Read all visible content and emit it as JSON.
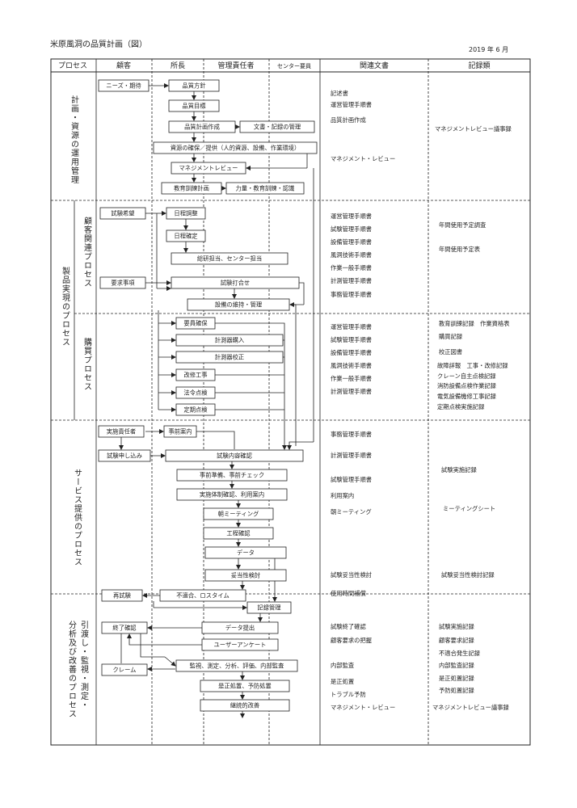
{
  "title": "米原風洞の品質計画（図）",
  "date": "2019 年 6 月",
  "columns": [
    "プロセス",
    "顧客",
    "所長",
    "管理責任者",
    "センター要員",
    "関連文書",
    "記録類"
  ],
  "sections": {
    "planning": "計画・資源の運用管理",
    "product": "製品実現のプロセス",
    "customer": "顧客関連プロセス",
    "purchase": "購買プロセス",
    "service": "サービス提供のプロセス",
    "delivery_a": "引渡し・監視・測定・",
    "delivery_b": "分析及び改善のプロセス"
  },
  "boxes": {
    "needs": "ニーズ・期待",
    "policy": "品質方針",
    "objective": "品質目標",
    "plan_make": "品質計画作成",
    "doc_mgmt": "文書・記録の管理",
    "resources": "資源の確保／提供（人的資源、設備、作業環境）",
    "mgmt_review": "マネジメントレビュー",
    "training_plan": "教育訓練計画",
    "competence": "力量・教育訓練・認識",
    "test_request": "試験希望",
    "schedule_adjust": "日程調整",
    "schedule_fix": "日程確定",
    "assign": "総研担当、センター担当",
    "requirements": "要求事項",
    "test_meeting": "試験打合せ",
    "equipment": "設備の維持・管理",
    "staffing": "要員確保",
    "instr_buy": "計測器購入",
    "instr_cal": "計測器校正",
    "modify": "改修工事",
    "legal": "法令点検",
    "periodic": "定期点検",
    "exec_person": "実施責任者",
    "pre_notice": "事前案内",
    "apply": "試験申し込み",
    "confirm": "試験内容確認",
    "prep": "事前準備、事前チェック",
    "setup": "実施体制確認、利用案内",
    "morning": "朝ミーティング",
    "process_check": "工程確認",
    "data": "データ",
    "validity": "妥当性検討",
    "retest": "再試験",
    "nonconform": "不適合、ロスタイム",
    "record_mgmt": "記録管理",
    "done": "終了確認",
    "data_submit": "データ提出",
    "survey": "ユーザーアンケート",
    "claim": "クレーム",
    "monitor": "監視、測定、分析、評価、内部監査",
    "corrective": "是正処置、予防処置",
    "improve": "継続的改善"
  },
  "docs": [
    "記述書",
    "運営管理手順書",
    "品質計画作成",
    "マネジメント・レビュー",
    "運営管理手順書",
    "試験管理手順書",
    "設備管理手順書",
    "風洞技術手順書",
    "作業一般手順書",
    "計測管理手順書",
    "事務管理手順書",
    "運営管理手順書",
    "試験管理手順書",
    "設備管理手順書",
    "風洞技術手順書",
    "作業一般手順書",
    "計測管理手順書",
    "事務管理手順書",
    "計測管理手順書",
    "試験管理手順書",
    "利用案内",
    "朝ミーティング",
    "試験妥当性検討",
    "使用時間補償",
    "試験終了確認",
    "顧客要求の把握",
    "内部監査",
    "是正処置",
    "トラブル予防",
    "マネジメント・レビュー"
  ],
  "records": [
    "マネジメントレビュー議事録",
    "年間使用予定調査",
    "年間使用予定表",
    "教育訓練記録　作業資格表",
    "購買記録",
    "校正図書",
    "故障詳報　工事・改修記録",
    "クレーン自主点検記録",
    "消防設備点検作業記録",
    "電気設備機修工事記録",
    "定期点検実施記録",
    "試験実施記録",
    "ミーティングシート",
    "試験妥当性検討記録",
    "試験実施記録",
    "顧客要求記録",
    "不適合発生記録",
    "内部監査記録",
    "是正処置記録",
    "予防処置記録",
    "マネジメントレビュー議事録"
  ]
}
